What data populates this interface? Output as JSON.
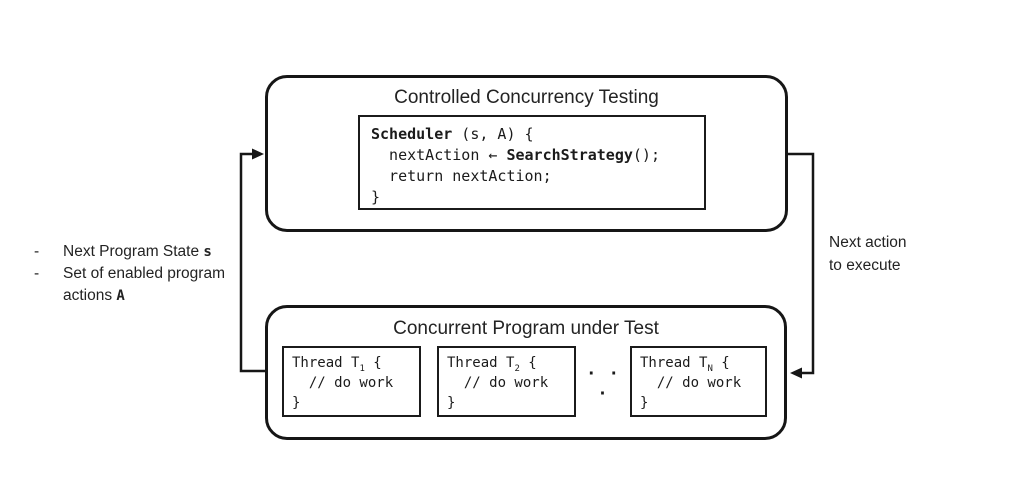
{
  "top_box": {
    "title": "Controlled Concurrency Testing",
    "code": {
      "line1_fn": "Scheduler",
      "line1_rest": " (s, A) {",
      "line2_pre": "  nextAction ← ",
      "line2_fn": "SearchStrategy",
      "line2_rest": "();",
      "line3": "  return nextAction;",
      "line4": "}"
    }
  },
  "bottom_box": {
    "title": "Concurrent Program under Test",
    "ellipsis": "· · ·",
    "threads": [
      {
        "head_pre": "Thread T",
        "sub": "1",
        "head_rest": " {",
        "body": "  // do work",
        "close": "}"
      },
      {
        "head_pre": "Thread T",
        "sub": "2",
        "head_rest": " {",
        "body": "  // do work",
        "close": "}"
      },
      {
        "head_pre": "Thread T",
        "sub": "N",
        "head_rest": " {",
        "body": "  // do work",
        "close": "}"
      }
    ]
  },
  "left_note": {
    "bullet": "-",
    "item1": {
      "text": "Next Program State ",
      "em": "s"
    },
    "item2": {
      "line1": "Set of enabled program",
      "line2": "actions ",
      "em": "A"
    }
  },
  "right_note": {
    "line1": "Next action",
    "line2": "to execute"
  },
  "colors": {
    "ink": "#1b1b1b",
    "background": "#ffffff"
  }
}
